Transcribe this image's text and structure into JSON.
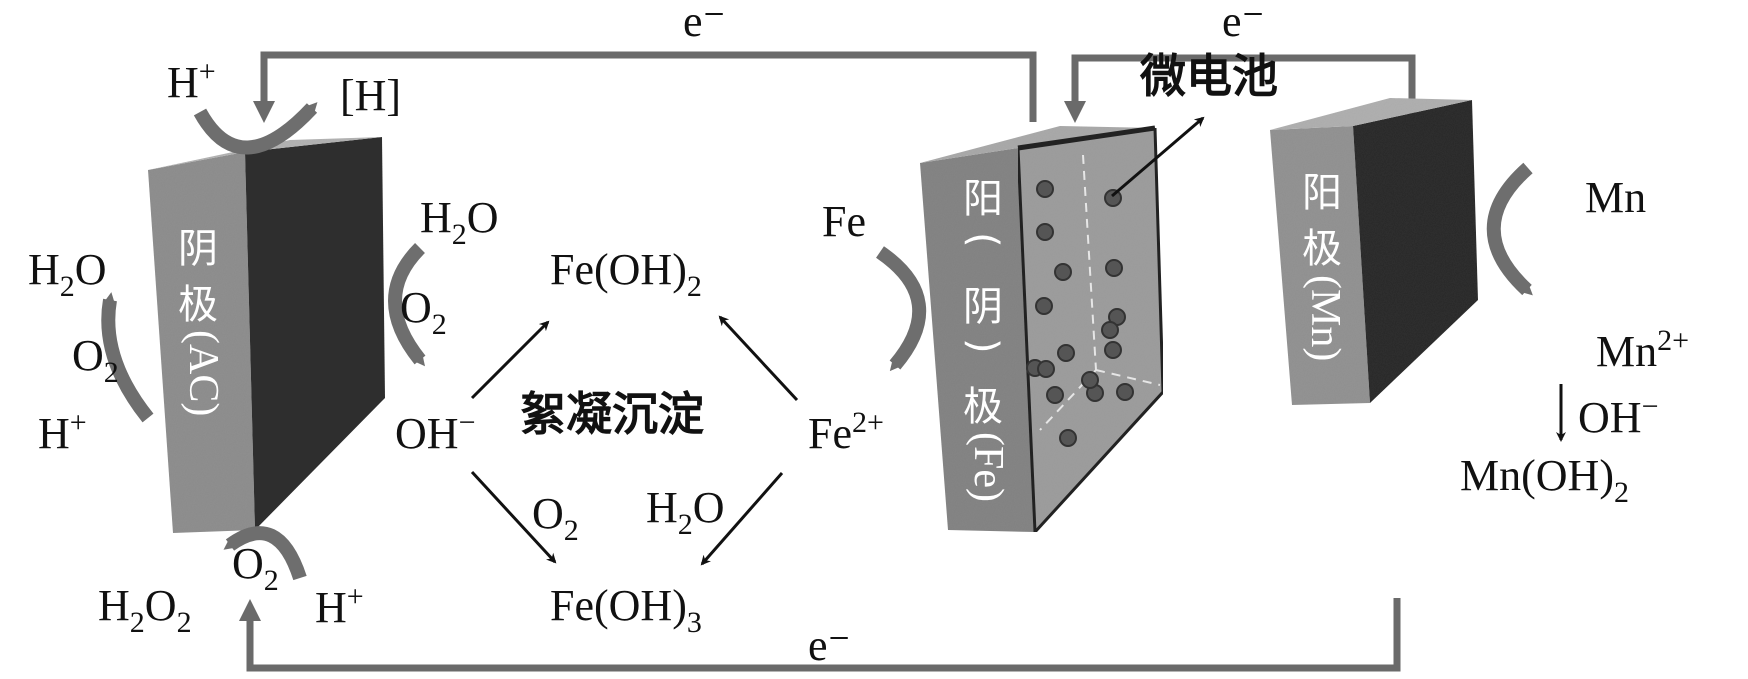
{
  "colors": {
    "electrode_front": "#8c8c8c",
    "electrode_side": "#2e2e2e",
    "electrode_top": "#b0b0b0",
    "wire": "#6a6a6a",
    "curve_arrow": "#6e6e6e",
    "dot": "#555555",
    "text": "#111111"
  },
  "electrodes": {
    "cathode_ac": {
      "label_chars": [
        "阴",
        "极"
      ],
      "label_suffix": "(AC)"
    },
    "middle_fe": {
      "label_chars": [
        "阳",
        "(",
        "阴",
        ")",
        "极"
      ],
      "label_suffix": "(Fe)",
      "dot_count": 17
    },
    "anode_mn": {
      "label_chars": [
        "阳",
        "极"
      ],
      "label_suffix": "(Mn)"
    }
  },
  "wires": {
    "top_left_electron": "e⁻",
    "top_right_electron": "e⁻",
    "bottom_electron": "e⁻"
  },
  "micro_cell_label": "微电池",
  "flocculation_label": "絮凝沉淀",
  "species": {
    "cathode_top_reactant": {
      "base": "H",
      "sup": "+"
    },
    "cathode_top_product": {
      "base": "[H]"
    },
    "cathode_left_product": {
      "base": "H",
      "sub": "2",
      "tail": "O"
    },
    "cathode_left_o2": {
      "base": "O",
      "sub": "2"
    },
    "cathode_left_h": {
      "base": "H",
      "sup": "+"
    },
    "cathode_right_h2o": {
      "base": "H",
      "sub": "2",
      "tail": "O"
    },
    "cathode_right_o2": {
      "base": "O",
      "sub": "2"
    },
    "cathode_right_oh": {
      "base": "OH",
      "sup": "−"
    },
    "cathode_bottom_h2o2": {
      "base": "H",
      "sub": "2",
      "tail": "O",
      "sub2": "2"
    },
    "cathode_bottom_o2": {
      "base": "O",
      "sub": "2"
    },
    "cathode_bottom_h": {
      "base": "H",
      "sup": "+"
    },
    "fe_oh_2": {
      "base": "Fe(OH)",
      "sub": "2"
    },
    "fe_oh_3": {
      "base": "Fe(OH)",
      "sub": "3"
    },
    "fe_2plus": {
      "base": "Fe",
      "sup": "2+"
    },
    "fe_metal": {
      "base": "Fe"
    },
    "mid_o2": {
      "base": "O",
      "sub": "2"
    },
    "mid_h2o": {
      "base": "H",
      "sub": "2",
      "tail": "O"
    },
    "mn_metal": {
      "base": "Mn"
    },
    "mn_2plus": {
      "base": "Mn",
      "sup": "2+"
    },
    "mn_oh": {
      "base": "OH",
      "sup": "−"
    },
    "mn_oh_2": {
      "base": "Mn(OH)",
      "sub": "2"
    }
  }
}
